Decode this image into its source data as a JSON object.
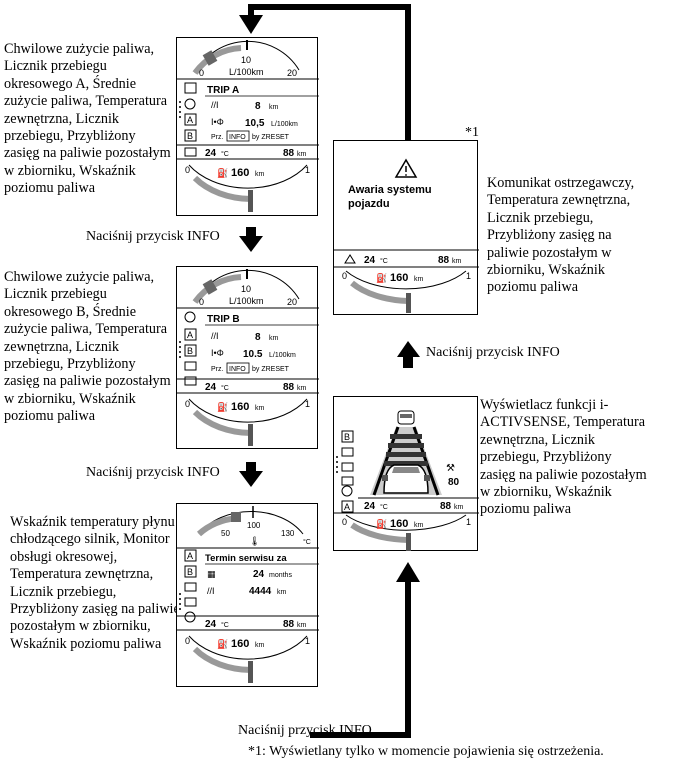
{
  "descriptions": {
    "panel1": "Chwilowe zużycie paliwa, Licznik przebiegu okresowego A, Średnie zużycie paliwa, Temperatura zewnętrzna, Licznik przebiegu, Przybliżony zasięg na paliwie pozostałym w zbiorniku, Wskaźnik poziomu paliwa",
    "panel2": "Chwilowe zużycie paliwa, Licznik przebiegu okresowego B, Średnie zużycie paliwa, Temperatura zewnętrzna, Licznik przebiegu, Przybliżony zasięg na paliwie pozostałym w zbiorniku, Wskaźnik poziomu paliwa",
    "panel3": "Wskaźnik temperatury płynu chłodzącego silnik, Monitor obsługi okresowej, Temperatura zewnętrzna, Licznik przebiegu, Przybliżony zasięg na paliwie pozostałym w zbiorniku, Wskaźnik poziomu paliwa",
    "panel4": "Wyświetlacz funkcji i-ACTIVSENSE, Temperatura zewnętrzna, Licznik przebiegu, Przybliżony zasięg na paliwie pozostałym w zbiorniku, Wskaźnik poziomu paliwa",
    "panel5": "Komunikat ostrzegawczy, Temperatura zewnętrzna, Licznik przebiegu, Przybliżony zasięg na paliwie pozostałym w zbiorniku, Wskaźnik poziomu paliwa"
  },
  "press_info": "Naciśnij przycisk INFO",
  "footnote_mark": "*1",
  "footnote": "*1: Wyświetlany tylko w momencie pojawienia się ostrzeżenia.",
  "common": {
    "temp": "24",
    "temp_unit": "°C",
    "odo": "88",
    "odo_unit": "km",
    "range": "160",
    "range_unit": "km",
    "fuel_e": "0",
    "fuel_f": "1"
  },
  "fuel_gauge": {
    "scale_min": "0",
    "scale_mid": "10",
    "scale_max": "20",
    "unit": "L/100km"
  },
  "trip_a": {
    "title": "TRIP A",
    "distance": "8",
    "distance_unit": "km",
    "avg": "10,5",
    "avg_unit": "L/100km",
    "reset_prefix": "Prz.",
    "reset_key": "INFO",
    "reset_suffix": "by ZRESET"
  },
  "trip_b": {
    "title": "TRIP B",
    "distance": "8",
    "distance_unit": "km",
    "avg": "10.5",
    "avg_unit": "L/100km",
    "reset_prefix": "Prz.",
    "reset_key": "INFO",
    "reset_suffix": "by ZRESET"
  },
  "coolant": {
    "scale_min": "50",
    "scale_mid": "100",
    "scale_max": "130",
    "unit": "°C"
  },
  "service": {
    "title": "Termin serwisu za",
    "months": "24",
    "months_unit": "months",
    "distance": "4444",
    "distance_unit": "km"
  },
  "activsense": {
    "speed": "80"
  },
  "warning": {
    "message": "Awaria systemu pojazdu"
  },
  "side_letters": [
    "A",
    "B"
  ]
}
